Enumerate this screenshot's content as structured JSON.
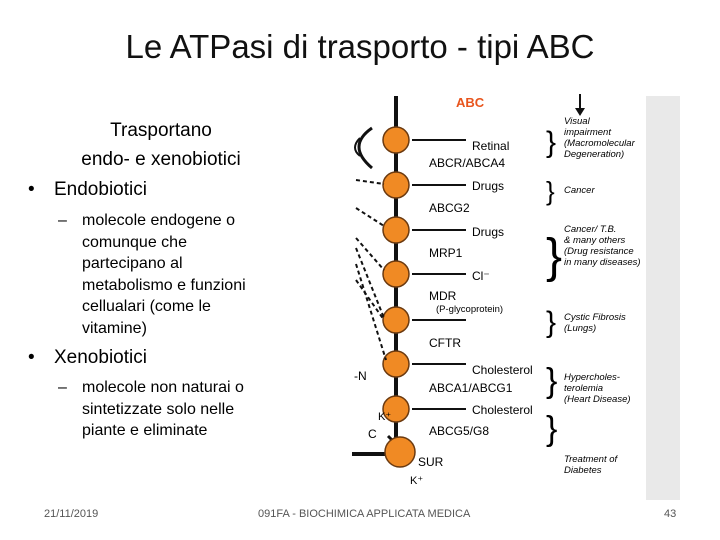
{
  "slide": {
    "title": "Le ATPasi di trasporto - tipi ABC",
    "intro_line1": "Trasportano",
    "intro_line2": "endo- e xenobiotici",
    "bullets": [
      {
        "label": "Endobiotici",
        "sub": [
          "molecole endogene o",
          "comunque che",
          "partecipano al",
          "metabolismo e funzioni",
          "cellualari (come le",
          "vitamine)"
        ]
      },
      {
        "label": "Xenobiotici",
        "sub": [
          "molecole non naturai o",
          "sintetizzate solo nelle",
          "piante e eliminate"
        ]
      }
    ],
    "bullet_symbol": "•",
    "dash_symbol": "–"
  },
  "figure": {
    "header": "ABC",
    "header_color": "#e8541c",
    "node_color": "#f08a24",
    "substrates": [
      "Retinal",
      "Drugs",
      "Drugs",
      "Cl⁻",
      "Cholesterol",
      "Cholesterol"
    ],
    "transporters": [
      "ABCR/ABCA4",
      "ABCG2",
      "MRP1",
      "MDR",
      "(P-glycoprotein)",
      "CFTR",
      "ABCA1/ABCG1",
      "ABCG5/G8",
      "SUR"
    ],
    "diseases": [
      [
        "Visual",
        "impairment",
        "(Macromolecular",
        "Degeneration)"
      ],
      [
        "Cancer"
      ],
      [
        "Cancer/ T.B.",
        "& many others",
        "(Drug resistance",
        "in many diseases)"
      ],
      [
        "Cystic Fibrosis",
        "(Lungs)"
      ],
      [
        "Hypercholes-",
        "terolemia",
        "(Heart Disease)"
      ],
      [
        "Treatment of",
        "Diabetes"
      ]
    ],
    "ions": [
      "K⁺",
      "K⁺"
    ],
    "edge_labels": [
      "-N",
      "C"
    ]
  },
  "footer": {
    "date": "21/11/2019",
    "course": "091FA - BIOCHIMICA APPLICATA MEDICA",
    "page": "43"
  }
}
